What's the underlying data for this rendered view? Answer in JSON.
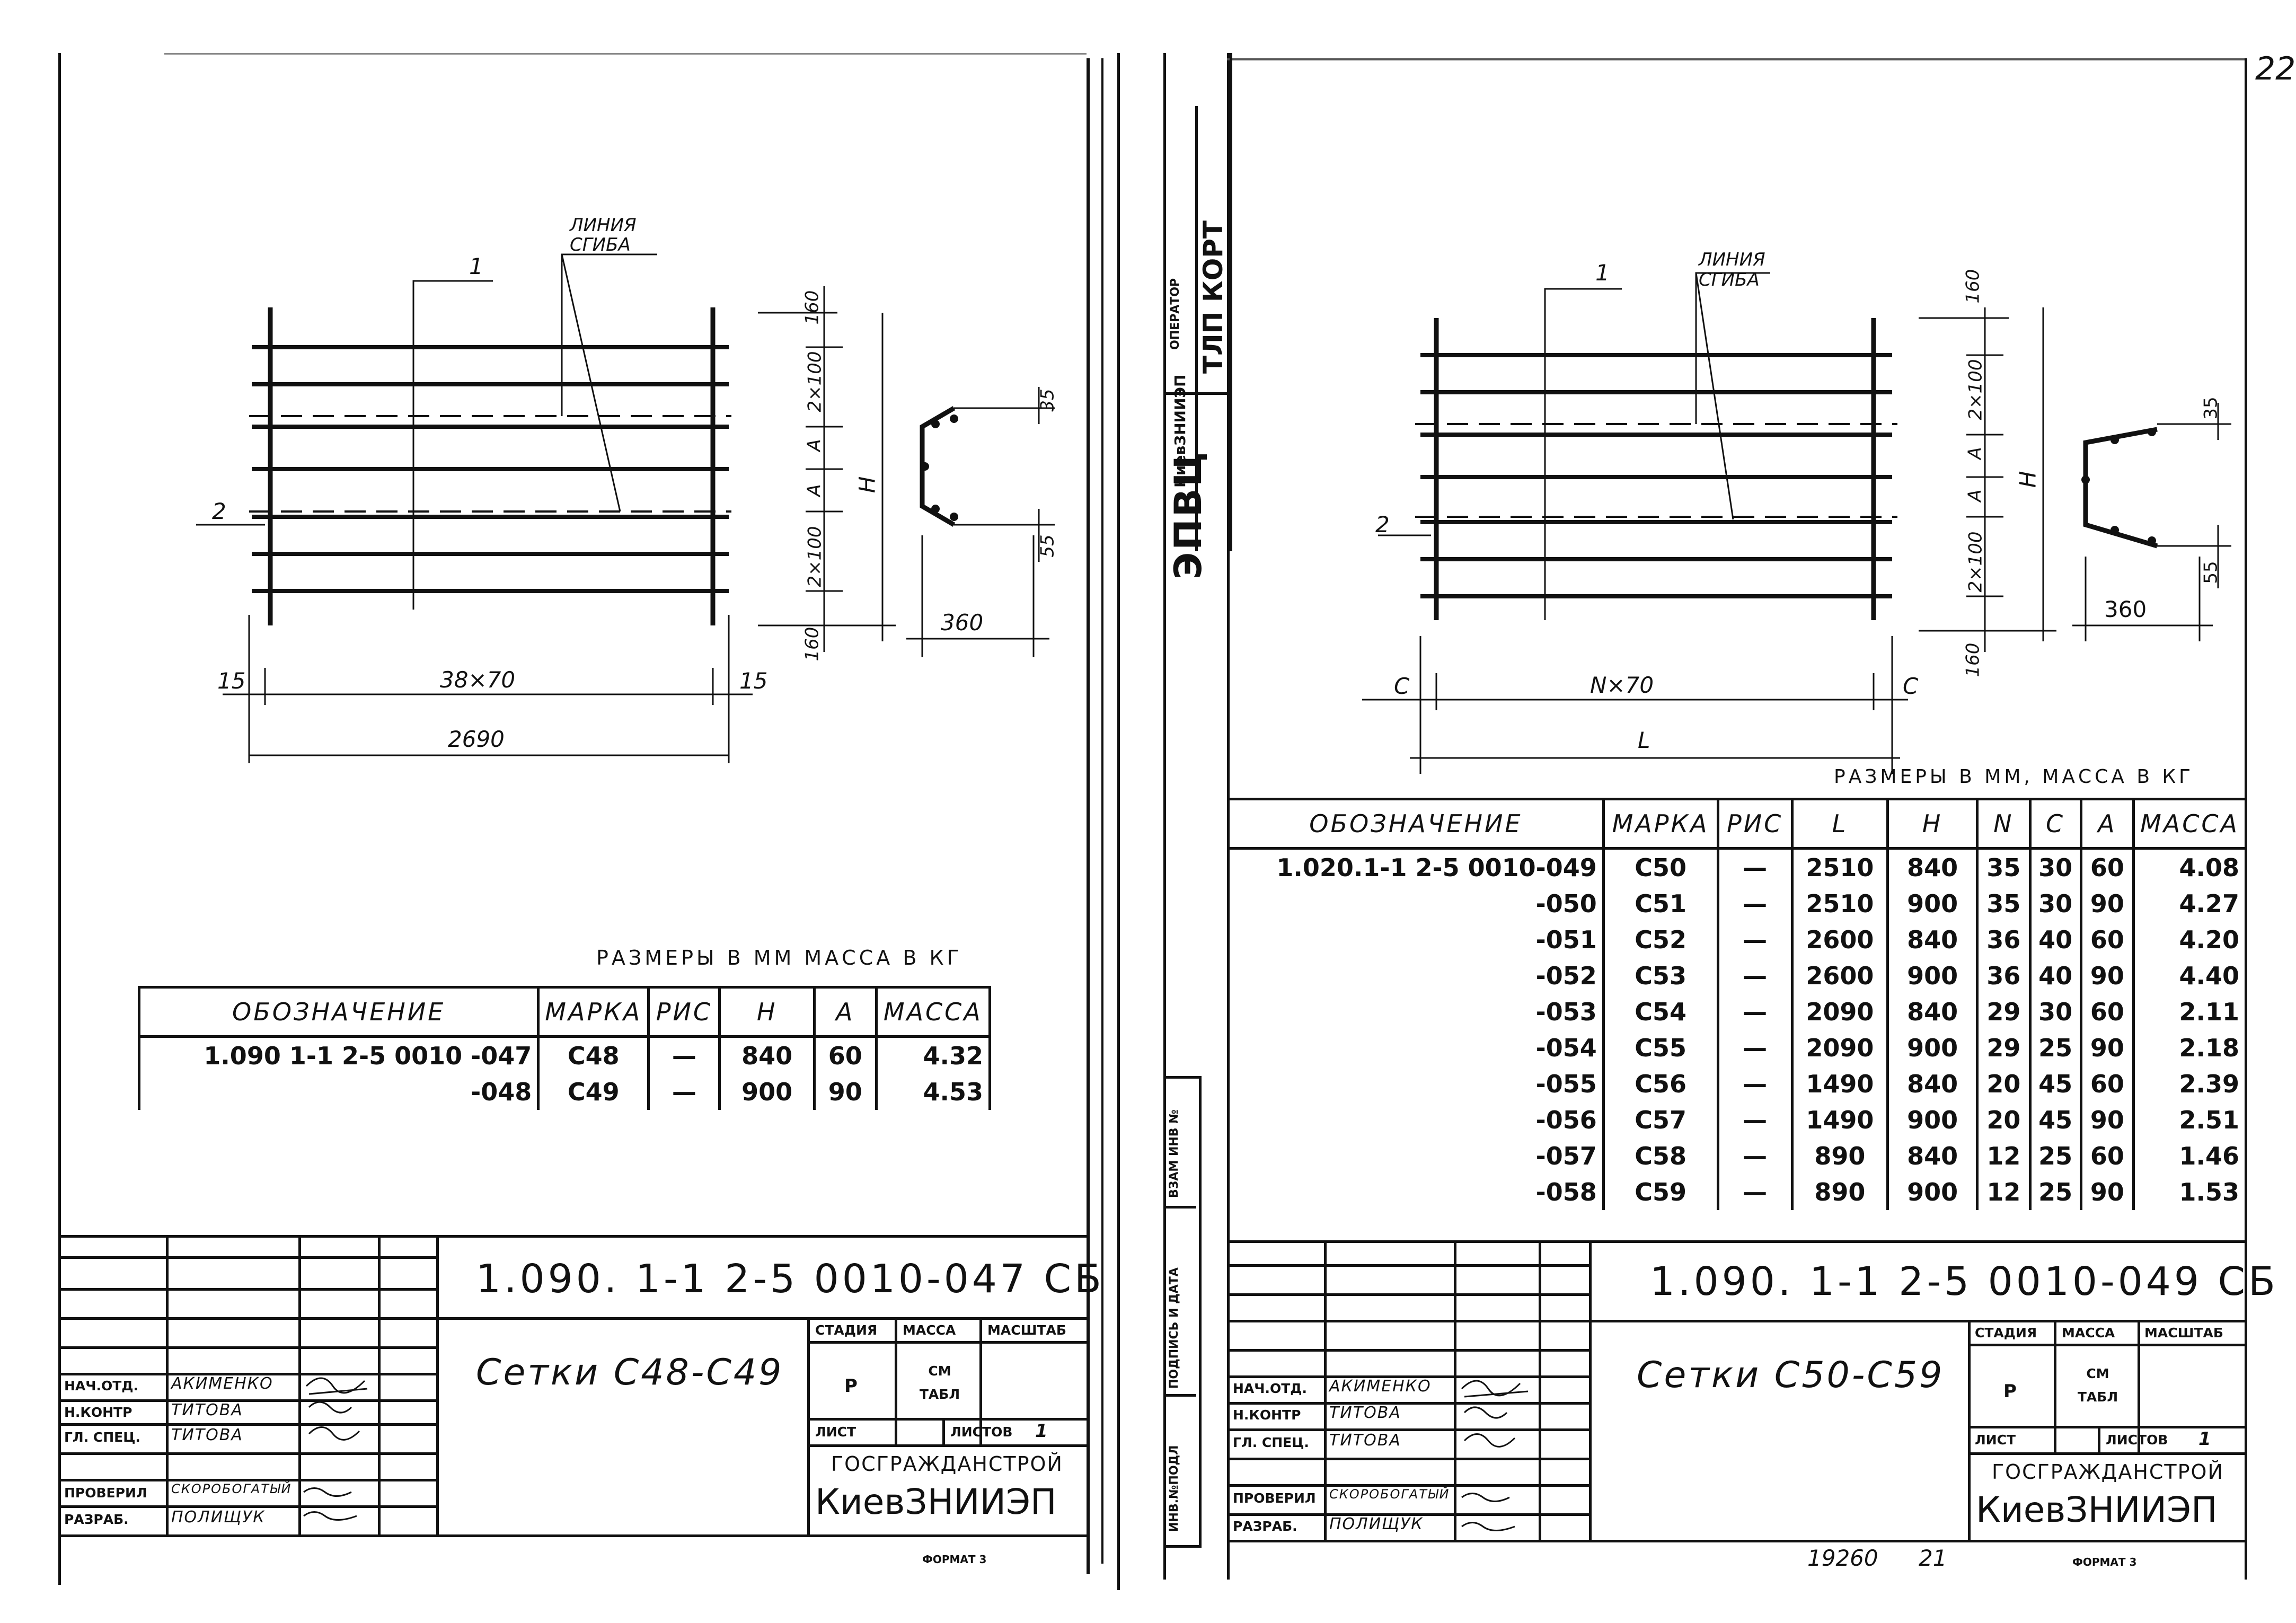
{
  "left_sheet": {
    "drawing": {
      "leader_1": "1",
      "leader_2": "2",
      "bend_line": [
        "ЛИНИЯ",
        "СГИБА"
      ],
      "dim_edge": "15",
      "dim_pitch": "38×70",
      "dim_total": "2690",
      "dim_v": [
        "160",
        "2×100",
        "A",
        "A",
        "2×100",
        "160"
      ],
      "dim_H": "H",
      "section_top": "35",
      "section_bottom": "55",
      "section_width": "360"
    },
    "units_caption": "РАЗМЕРЫ  В ММ  МАССА В КГ",
    "table": {
      "headers": [
        "ОБОЗНАЧЕНИЕ",
        "МАРКА",
        "РИС",
        "H",
        "A",
        "МАССА"
      ],
      "rows": [
        [
          "1.090 1-1 2-5 0010 -047",
          "C48",
          "—",
          "840",
          "60",
          "4.32"
        ],
        [
          "-048",
          "C49",
          "—",
          "900",
          "90",
          "4.53"
        ]
      ]
    },
    "title_block": {
      "code": "1.090. 1-1 2-5 0010-047 СБ",
      "title": "Сетки С48-С49",
      "stage_hdr": "СТАДИЯ",
      "mass_hdr": "МАССА",
      "scale_hdr": "МАСШТАБ",
      "stage": "Р",
      "mass": "СМ ТАБЛ",
      "sheet_lbl": "ЛИСТ",
      "sheets_lbl": "ЛИСТОВ",
      "sheets": "1",
      "org1": "ГОСГРАЖДАНСТРОЙ",
      "org2": "КиевЗНИИЭП",
      "roles": [
        {
          "role": "НАЧ.ОТД.",
          "name": "АКИМЕНКО"
        },
        {
          "role": "Н.КОНТР",
          "name": "ТИТОВА"
        },
        {
          "role": "ГЛ. СПЕЦ.",
          "name": "ТИТОВА"
        },
        {
          "role": "ПРОВЕРИЛ",
          "name": "СКОРОБОГАТЫЙ"
        },
        {
          "role": "РАЗРАБ.",
          "name": "ПОЛИЩУК"
        }
      ]
    },
    "format": "ФОРМАТ 3"
  },
  "right_sheet": {
    "side_stamp": {
      "org": "ЭПВЦ",
      "org_sub": "КиевЗНИИЭП",
      "operator_lbl": "ОПЕРАТОР",
      "operator": "ТЛП КОРТ"
    },
    "side_fields": [
      "ВЗАМ ИНВ №",
      "ПОДПИСЬ И ДАТА",
      "ИНВ.№ПОДЛ"
    ],
    "drawing": {
      "leader_1": "1",
      "leader_2": "2",
      "bend_line": [
        "ЛИНИЯ",
        "СГИБА"
      ],
      "dim_edge": "C",
      "dim_pitch": "N×70",
      "dim_total": "L",
      "dim_v": [
        "160",
        "2×100",
        "A",
        "A",
        "2×100",
        "160"
      ],
      "dim_H": "H",
      "section_top": "35",
      "section_bottom": "55",
      "section_width": "360"
    },
    "units_caption": "РАЗМЕРЫ  В ММ,  МАССА В КГ",
    "table": {
      "headers": [
        "ОБОЗНАЧЕНИЕ",
        "МАРКА",
        "РИС",
        "L",
        "H",
        "N",
        "C",
        "A",
        "МАССА"
      ],
      "rows": [
        [
          "1.020.1-1 2-5 0010-049",
          "C50",
          "—",
          "2510",
          "840",
          "35",
          "30",
          "60",
          "4.08"
        ],
        [
          "-050",
          "C51",
          "—",
          "2510",
          "900",
          "35",
          "30",
          "90",
          "4.27"
        ],
        [
          "-051",
          "C52",
          "—",
          "2600",
          "840",
          "36",
          "40",
          "60",
          "4.20"
        ],
        [
          "-052",
          "C53",
          "—",
          "2600",
          "900",
          "36",
          "40",
          "90",
          "4.40"
        ],
        [
          "-053",
          "C54",
          "—",
          "2090",
          "840",
          "29",
          "30",
          "60",
          "2.11"
        ],
        [
          "-054",
          "C55",
          "—",
          "2090",
          "900",
          "29",
          "25",
          "90",
          "2.18"
        ],
        [
          "-055",
          "C56",
          "—",
          "1490",
          "840",
          "20",
          "45",
          "60",
          "2.39"
        ],
        [
          "-056",
          "C57",
          "—",
          "1490",
          "900",
          "20",
          "45",
          "90",
          "2.51"
        ],
        [
          "-057",
          "C58",
          "—",
          "890",
          "840",
          "12",
          "25",
          "60",
          "1.46"
        ],
        [
          "-058",
          "C59",
          "—",
          "890",
          "900",
          "12",
          "25",
          "90",
          "1.53"
        ]
      ]
    },
    "title_block": {
      "code": "1.090. 1-1 2-5 0010-049 СБ",
      "title": "Сетки С50-С59",
      "stage_hdr": "СТАДИЯ",
      "mass_hdr": "МАССА",
      "scale_hdr": "МАСШТАБ",
      "stage": "Р",
      "mass": "СМ ТАБЛ",
      "sheet_lbl": "ЛИСТ",
      "sheets_lbl": "ЛИСТОВ",
      "sheets": "1",
      "org1": "ГОСГРАЖДАНСТРОЙ",
      "org2": "КиевЗНИИЭП",
      "roles": [
        {
          "role": "НАЧ.ОТД.",
          "name": "АКИМЕНКО"
        },
        {
          "role": "Н.КОНТР",
          "name": "ТИТОВА"
        },
        {
          "role": "ГЛ. СПЕЦ.",
          "name": "ТИТОВА"
        },
        {
          "role": "ПРОВЕРИЛ",
          "name": "СКОРОБОГАТЫЙ"
        },
        {
          "role": "РАЗРАБ.",
          "name": "ПОЛИЩУК"
        }
      ]
    },
    "footer_number": "19260",
    "footer_sheet": "21",
    "format": "ФОРМАТ 3",
    "corner_mark": "22"
  }
}
